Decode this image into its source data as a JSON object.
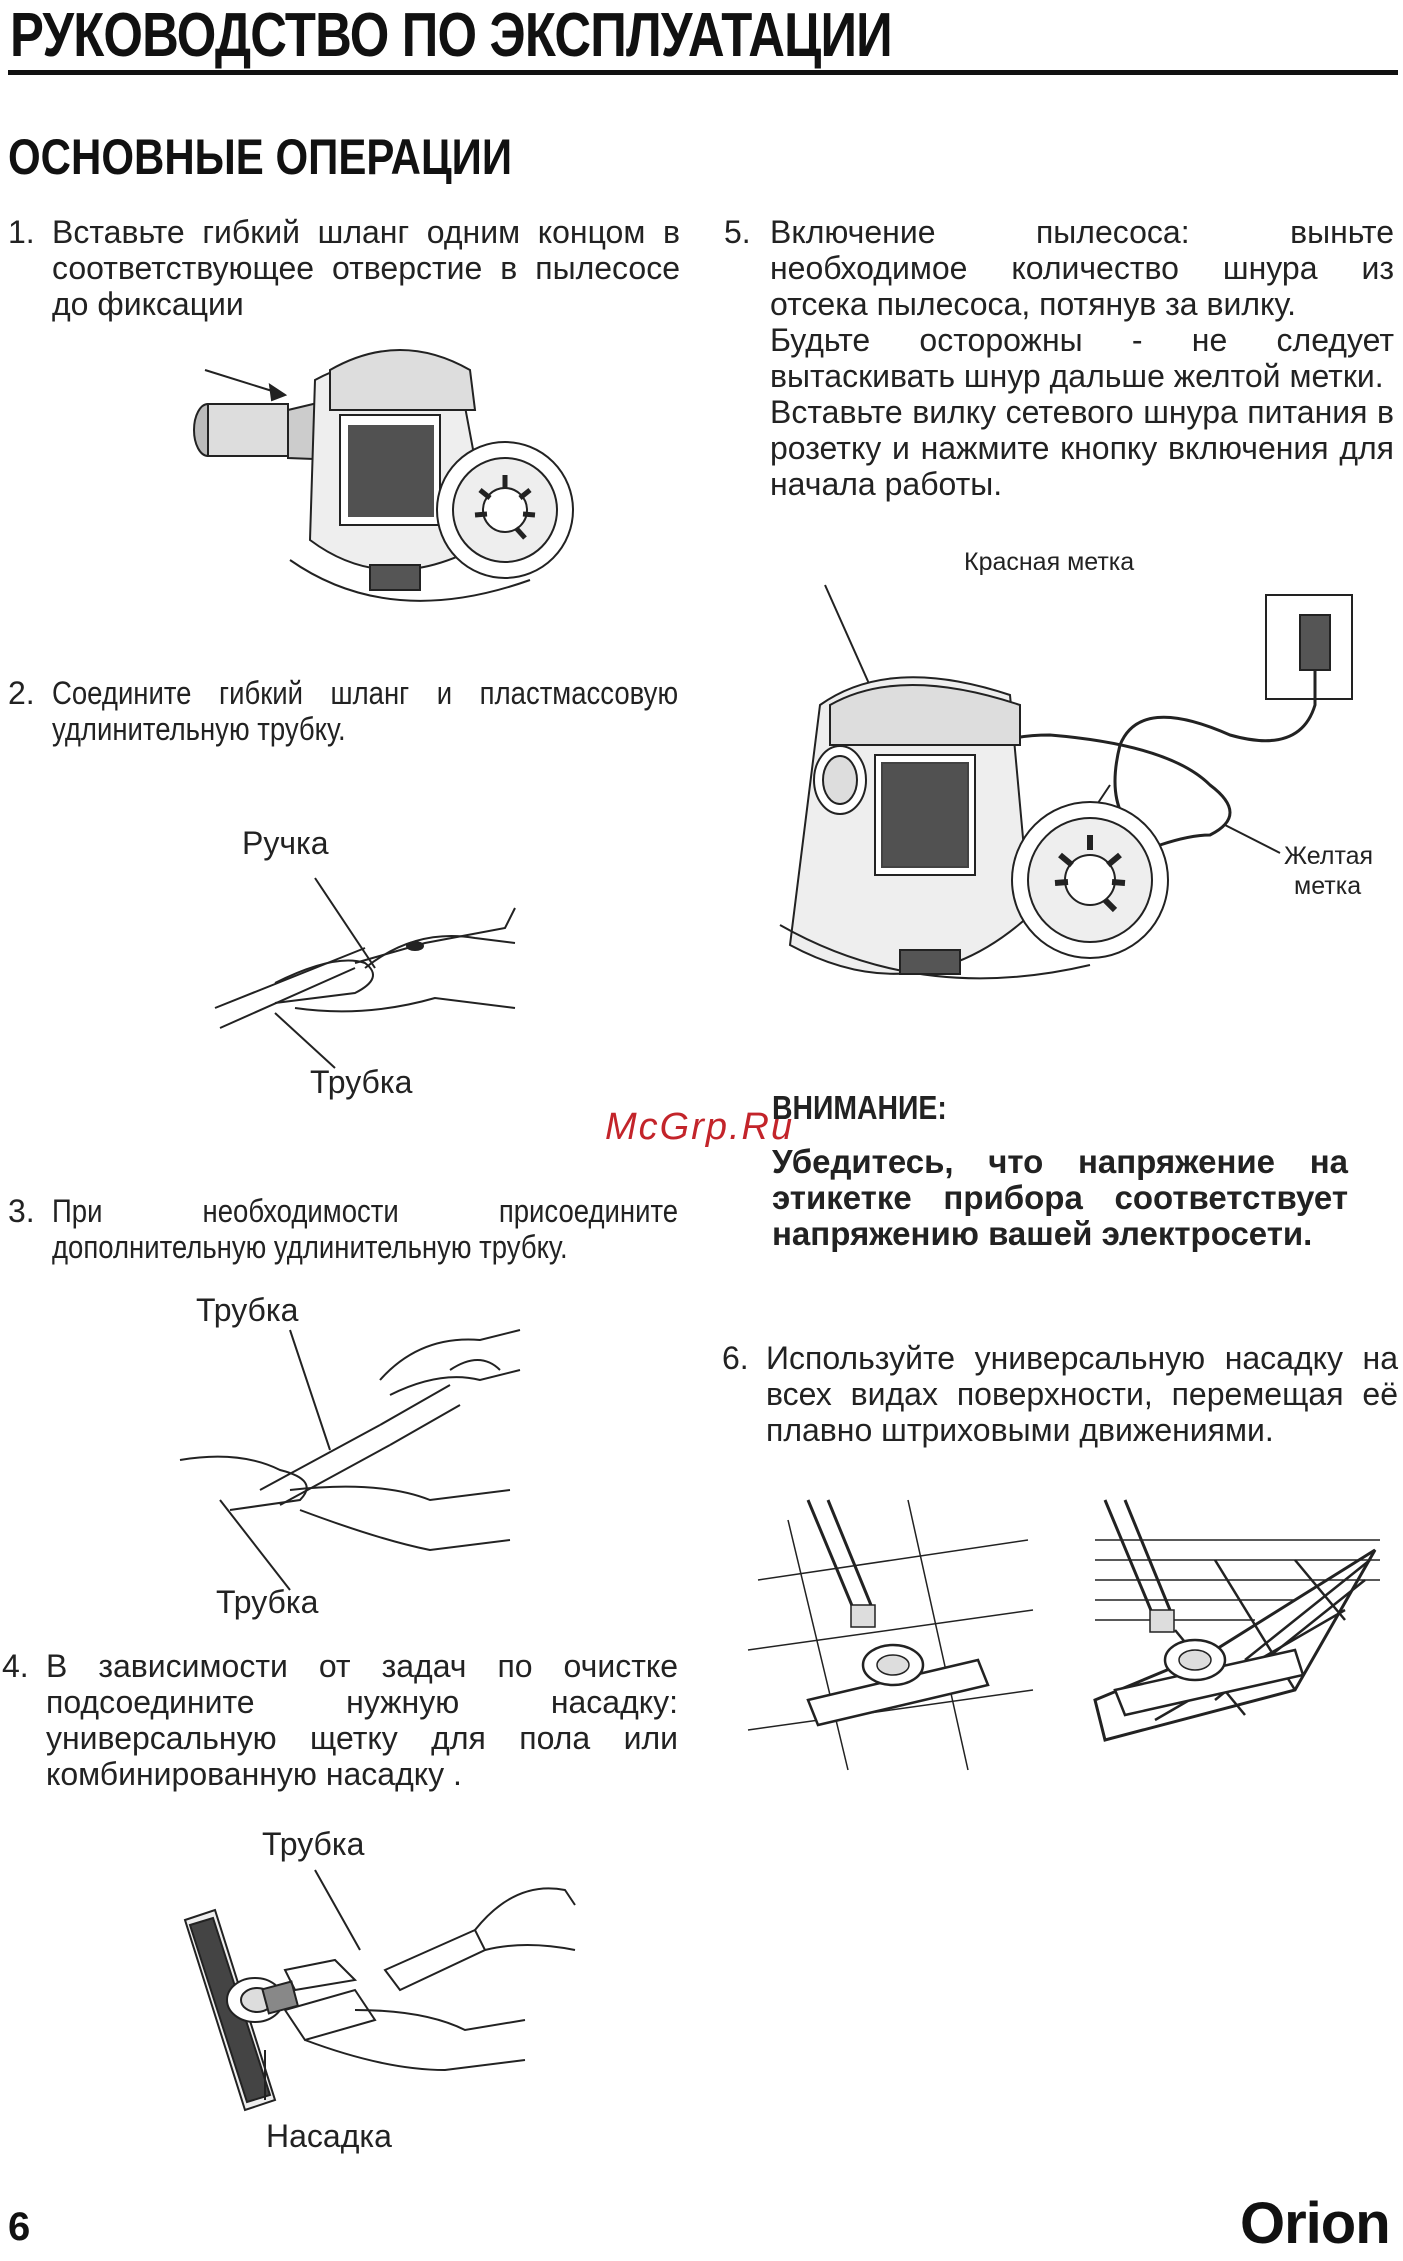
{
  "header": {
    "title": "РУКОВОДСТВО ПО ЭКСПЛУАТАЦИИ"
  },
  "section": {
    "title": "ОСНОВНЫЕ ОПЕРАЦИИ"
  },
  "steps": [
    {
      "num": "1.",
      "text": "Вставьте гибкий шланг одним концом в соответствующее отверстие в пылесосе до фиксации"
    },
    {
      "num": "2.",
      "text": "Соедините гибкий шланг и пластмассовую удлинительную трубку."
    },
    {
      "num": "3.",
      "text": "При необходимости присоедините дополнительную удлинительную трубку."
    },
    {
      "num": "4.",
      "text": "В зависимости от задач по очистке подсоедините нужную насадку: универсальную щетку для пола или комбинированную насадку ."
    },
    {
      "num": "5.",
      "text": "Включение пылесоса: выньте необходимое количество шнура из отсека пылесоса, потянув за вилку.",
      "text2": "Будьте осторожны - не следует вытаскивать шнур дальше желтой метки.",
      "text3": "Вставьте вилку сетевого шнура питания в розетку и нажмите кнопку включения для начала работы."
    },
    {
      "num": "6.",
      "text": "Используйте универсальную насадку на всех видах поверхности, перемещая её плавно штриховыми движениями."
    }
  ],
  "labels": {
    "handle": "Ручка",
    "tube_2": "Трубка",
    "tube_3a": "Трубка",
    "tube_3b": "Трубка",
    "tube_4": "Трубка",
    "nozzle": "Насадка",
    "red_mark": "Красная метка",
    "yellow_mark_line1": "Желтая",
    "yellow_mark_line2": "метка"
  },
  "warning": {
    "title": "ВНИМАНИЕ:",
    "text": "Убедитесь, что напряжение на этикетке прибора соответствует напряжению вашей электросети."
  },
  "watermark": "McGrp.Ru",
  "footer": {
    "page": "6",
    "brand": "Orion"
  }
}
